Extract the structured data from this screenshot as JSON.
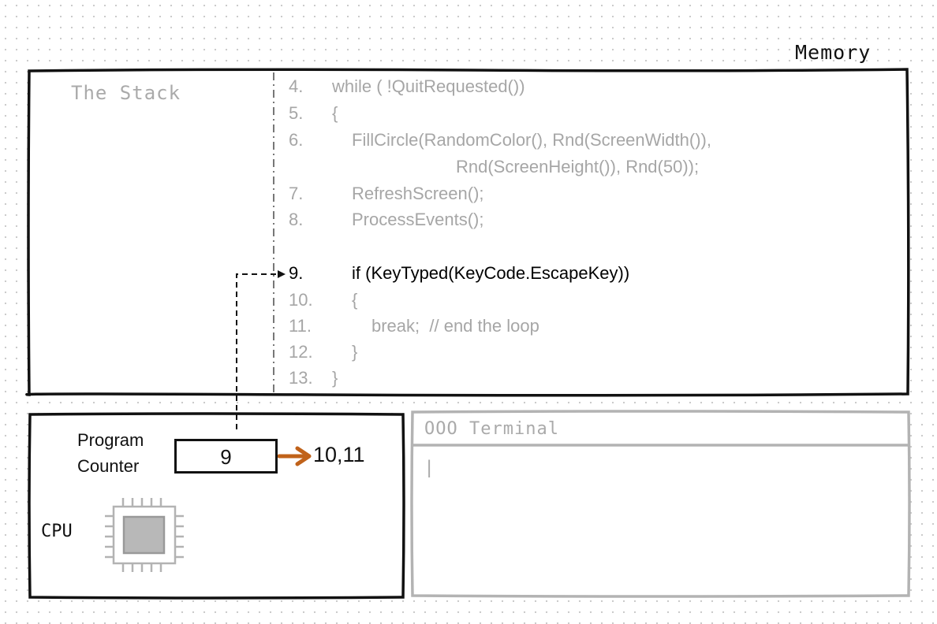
{
  "memory": {
    "label": "Memory",
    "stack_label": "The Stack",
    "code_lines": [
      {
        "num": "4.",
        "text": "while ( !QuitRequested())",
        "active": false
      },
      {
        "num": "5.",
        "text": "{",
        "active": false
      },
      {
        "num": "6.",
        "text": "FillCircle(RandomColor(), Rnd(ScreenWidth()),",
        "active": false
      },
      {
        "num": "",
        "text": "Rnd(ScreenHeight()), Rnd(50));",
        "active": false
      },
      {
        "num": "7.",
        "text": "RefreshScreen();",
        "active": false
      },
      {
        "num": "8.",
        "text": "ProcessEvents();",
        "active": false
      },
      {
        "num": "9.",
        "text": "if (KeyTyped(KeyCode.EscapeKey))",
        "active": true
      },
      {
        "num": "10.",
        "text": "{",
        "active": false
      },
      {
        "num": "11.",
        "text": "break;  // end the loop",
        "active": false
      },
      {
        "num": "12.",
        "text": "}",
        "active": false
      },
      {
        "num": "13.",
        "text": "}",
        "active": false
      }
    ]
  },
  "cpu": {
    "label": "CPU",
    "program_counter_label": "Program\nCounter",
    "program_counter_value": "9",
    "next_values": "10,11"
  },
  "terminal": {
    "title": "OOO Terminal",
    "cursor": "|"
  },
  "colors": {
    "ink": "#111111",
    "faded": "#a6a6a6",
    "arrow": "#c0621a",
    "panel_border_light": "#b3b3b3"
  },
  "icons": {
    "cpu_chip": "cpu-chip-icon",
    "arrow": "arrow-right-icon"
  }
}
